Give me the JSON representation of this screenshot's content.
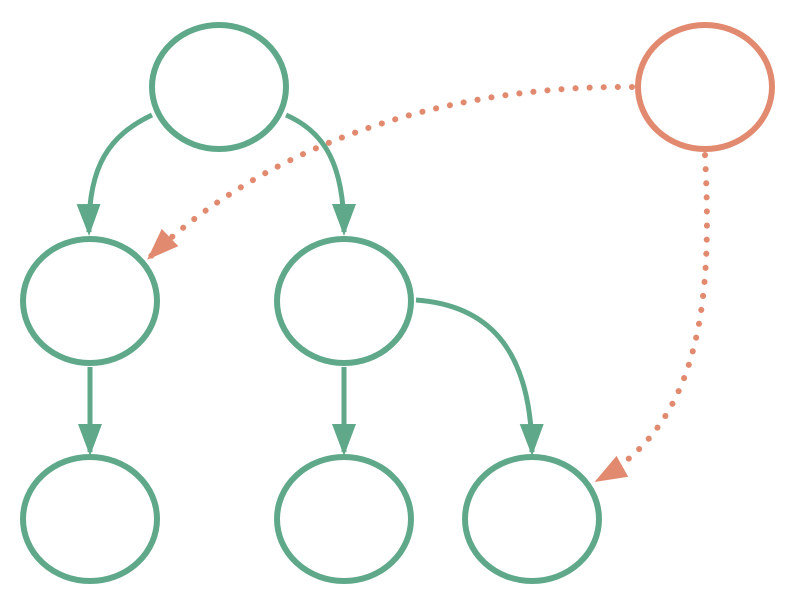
{
  "colors": {
    "primary": "#5fa98a",
    "accent": "#e28a6f",
    "background": "#ffffff"
  },
  "nodes": [
    {
      "id": "n1",
      "label": "",
      "role": "primary"
    },
    {
      "id": "n2",
      "label": "",
      "role": "primary"
    },
    {
      "id": "n3",
      "label": "",
      "role": "primary"
    },
    {
      "id": "n4",
      "label": "",
      "role": "primary"
    },
    {
      "id": "n5",
      "label": "",
      "role": "primary"
    },
    {
      "id": "n6",
      "label": "",
      "role": "primary"
    },
    {
      "id": "n7",
      "label": "",
      "role": "accent"
    }
  ],
  "edges": [
    {
      "from": "n1",
      "to": "n2",
      "style": "solid",
      "color": "primary"
    },
    {
      "from": "n1",
      "to": "n3",
      "style": "solid",
      "color": "primary"
    },
    {
      "from": "n2",
      "to": "n4",
      "style": "solid",
      "color": "primary"
    },
    {
      "from": "n3",
      "to": "n5",
      "style": "solid",
      "color": "primary"
    },
    {
      "from": "n3",
      "to": "n6",
      "style": "solid",
      "color": "primary"
    },
    {
      "from": "n7",
      "to": "n2",
      "style": "dotted",
      "color": "accent"
    },
    {
      "from": "n7",
      "to": "n6",
      "style": "dotted",
      "color": "accent"
    }
  ]
}
